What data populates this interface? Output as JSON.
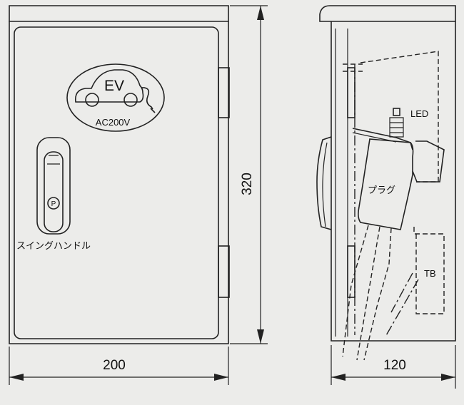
{
  "front_view": {
    "logo": {
      "text": "EV",
      "voltage": "AC200V"
    },
    "handle_label": "スイングハンドル",
    "width_dimension": "200",
    "height_dimension": "320"
  },
  "side_view": {
    "depth_dimension": "120",
    "led_label": "LED",
    "plug_label": "プラグ",
    "terminal_block_label": "TB"
  },
  "colors": {
    "background": "#ececea",
    "line": "#222222"
  }
}
